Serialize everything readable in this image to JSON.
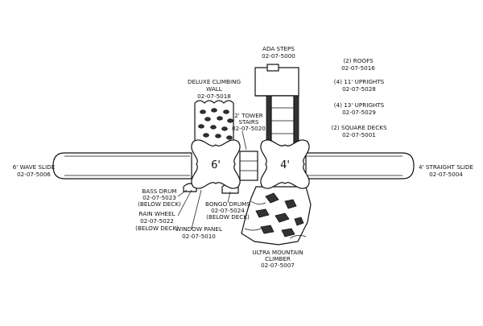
{
  "labels": {
    "ada_steps": {
      "name": "ADA STEPS",
      "code": "02-07-5000"
    },
    "deluxe_climbing_wall": {
      "name_1": "DELUXE CLIMBING",
      "name_2": "WALL",
      "code": "02-07-5018"
    },
    "tower_stairs": {
      "name_1": "2' TOWER",
      "name_2": "STAIRS",
      "code": "02-07-5020"
    },
    "wave_slide": {
      "name": "6' WAVE SLIDE",
      "code": "02-07-5006"
    },
    "straight_slide": {
      "name": "4' STRAIGHT SLIDE",
      "code": "02-07-5004"
    },
    "bass_drum": {
      "name": "BASS DRUM",
      "code": "02-07-5023",
      "note": "(BELOW DECK)"
    },
    "rain_wheel": {
      "name": "RAIN WHEEL",
      "code": "02-07-5022",
      "note": "(BELOW DECK)"
    },
    "window_panel": {
      "name": "WINDOW PANEL",
      "code": "02-07-5010"
    },
    "bongo_drums": {
      "name": "BONGO DRUMS",
      "code": "02-07-5024",
      "note": "(BELOW DECK)"
    },
    "ultra_mountain_climber": {
      "name_1": "ULTRA MOUNTAIN",
      "name_2": "CLIMBER",
      "code": "02-07-5007"
    },
    "roofs": {
      "name": "(2) ROOFS",
      "code": "02-07-5016"
    },
    "uprights_11": {
      "name": "(4) 11' UPRIGHTS",
      "code": "02-07-5028"
    },
    "uprights_13": {
      "name": "(4) 13' UPRIGHTS",
      "code": "02-07-5029"
    },
    "square_decks": {
      "name": "(2) SQUARE DECKS",
      "code": "02-07-5001"
    }
  },
  "decks": {
    "left": "6'",
    "right": "4'"
  },
  "colors": {
    "line": "#111111",
    "background": "#ffffff"
  }
}
